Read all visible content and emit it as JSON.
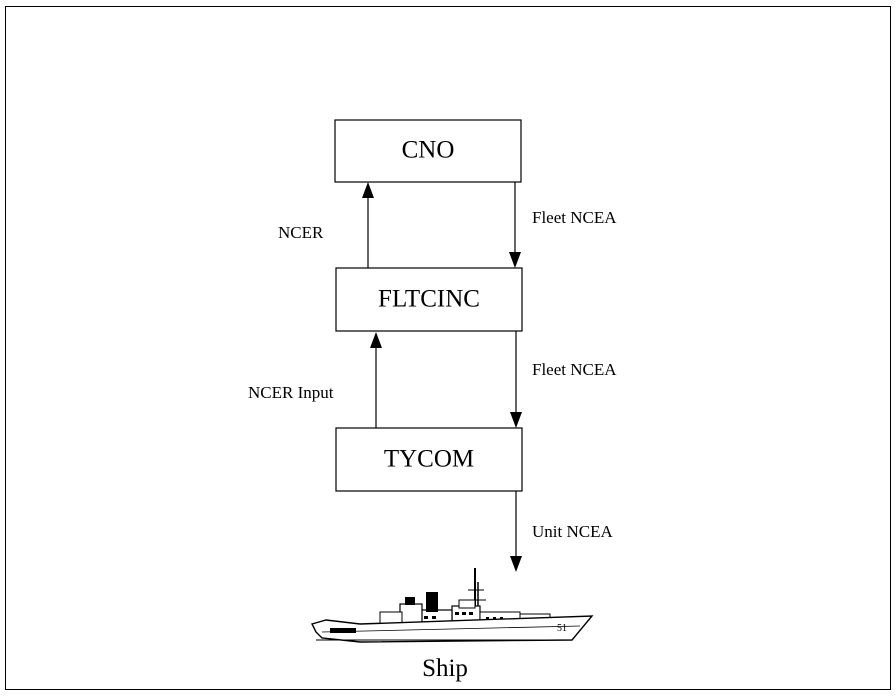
{
  "nodes": {
    "cno": "CNO",
    "fltcinc": "FLTCINC",
    "tycom": "TYCOM"
  },
  "edges": {
    "cno_to_fltcinc": "Fleet NCEA",
    "fltcinc_to_cno": "NCER",
    "fltcinc_to_tycom": "Fleet NCEA",
    "tycom_to_fltcinc": "NCER Input",
    "tycom_to_ship": "Unit NCEA"
  },
  "ship": {
    "label": "Ship",
    "hull_number": "51"
  }
}
